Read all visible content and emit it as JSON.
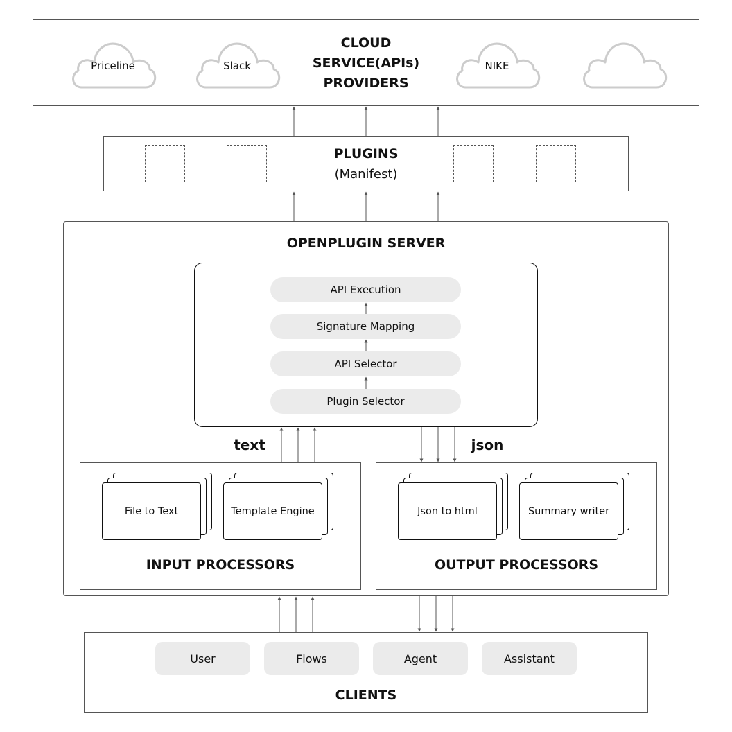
{
  "cloud": {
    "title_lines": [
      "CLOUD",
      "SERVICE(APIs)",
      "PROVIDERS"
    ],
    "providers": [
      "Priceline",
      "Slack",
      "NIKE",
      ""
    ]
  },
  "plugins": {
    "title": "PLUGINS",
    "subtitle": "(Manifest)"
  },
  "server": {
    "title": "OPENPLUGIN SERVER",
    "pipeline": [
      "API Execution",
      "Signature Mapping",
      "API Selector",
      "Plugin Selector"
    ],
    "text_label": "text",
    "json_label": "json"
  },
  "input_processors": {
    "title": "INPUT PROCESSORS",
    "items": [
      "File to Text",
      "Template Engine"
    ]
  },
  "output_processors": {
    "title": "OUTPUT PROCESSORS",
    "items": [
      "Json to html",
      "Summary writer"
    ]
  },
  "clients": {
    "title": "CLIENTS",
    "items": [
      "User",
      "Flows",
      "Agent",
      "Assistant"
    ]
  },
  "colors": {
    "border": "#555555",
    "pill": "#ebebeb",
    "cloud_stroke": "#cccccc",
    "text": "#111111"
  }
}
